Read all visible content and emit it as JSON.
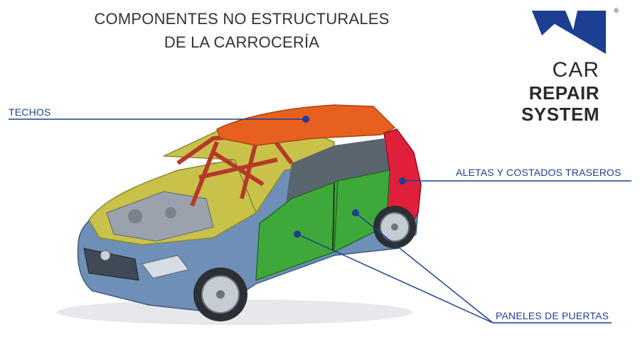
{
  "title": {
    "line1": "COMPONENTES NO ESTRUCTURALES",
    "line2": "DE LA CARROCERÍA"
  },
  "labels": {
    "techos": "TECHOS",
    "aletas": "ALETAS Y COSTADOS TRASEROS",
    "paneles": "PANELES DE PUERTAS"
  },
  "logo": {
    "line1": "CAR",
    "line2": "REPAIR",
    "line3": "SYSTEM",
    "registered": "®"
  },
  "colors": {
    "roof": "#e8601f",
    "doors": "#3fa83a",
    "rear_quarter": "#e0203a",
    "body_frame": "#c9c24a",
    "body_blue": "#5f86b3",
    "leader_line": "#1c3f94",
    "logo_blue": "#1c3f94"
  }
}
